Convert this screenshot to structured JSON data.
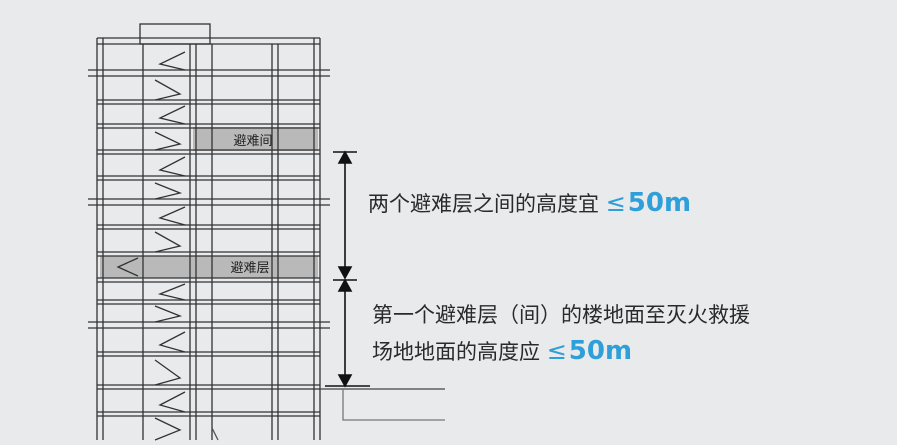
{
  "diagram": {
    "labels": {
      "refuge_room": "避难间",
      "refuge_floor": "避难层"
    },
    "annotations": [
      {
        "text": "两个避难层之间的高度宜",
        "symbol": "≤",
        "value": "50m"
      },
      {
        "line1": "第一个避难层（间）的楼地面至灭火救援",
        "line2": "场地地面的高度应",
        "symbol": "≤",
        "value": "50m"
      }
    ],
    "colors": {
      "background": "#e9eaec",
      "line": "#333333",
      "highlight_band": "#b9b9b9",
      "accent": "#2e9fd8",
      "text": "#2a2a2a"
    }
  }
}
